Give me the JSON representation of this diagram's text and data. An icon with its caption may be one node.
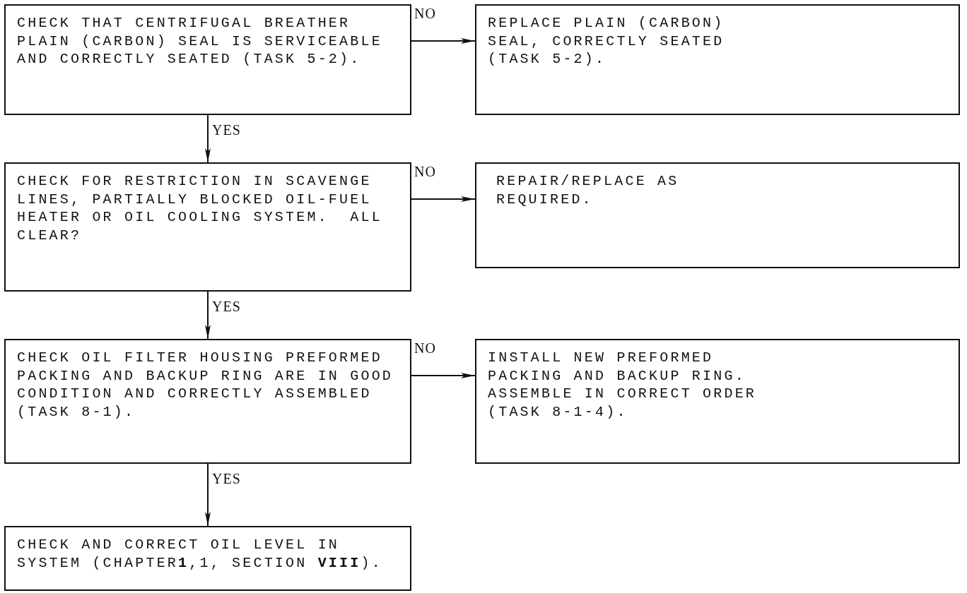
{
  "diagram": {
    "nodes": [
      {
        "text": [
          "CHECK THAT CENTRIFUGAL BREATHER PLAIN (CARBON) SEAL IS SERVICEABLE AND CORRECTLY SEATED (TASK 5-2)."
        ]
      },
      {
        "text": [
          "REPLACE PLAIN (CARBON) SEAL, CORRECTLY SEATED (TASK 5-2)."
        ]
      },
      {
        "text": [
          "CHECK FOR RESTRICTION IN SCAVENGE LINES, PARTIALLY BLOCKED OIL-FUEL HEATER OR OIL COOLING SYSTEM.  ALL CLEAR?"
        ]
      },
      {
        "text": [
          "REPAIR/REPLACE AS REQUIRED."
        ]
      },
      {
        "text": [
          "CHECK OIL FILTER HOUSING PREFORMED PACKING AND BACKUP RING ARE IN GOOD CONDITION AND CORRECTLY ASSEMBLED (TASK 8-1)."
        ]
      },
      {
        "text": [
          "INSTALL NEW PREFORMED PACKING AND BACKUP RING.  ASSEMBLE IN CORRECT ORDER (TASK 8-1-4)."
        ]
      },
      {
        "text": [
          "CHECK AND CORRECT OIL LEVEL IN SYSTEM (CHAPTER**1**,1, SECTION **VIII**)."
        ]
      }
    ],
    "edges": [
      {
        "from": 0,
        "to": 1,
        "arrow": "to",
        "label": "NO"
      },
      {
        "from": 0,
        "to": 2,
        "arrow": "to",
        "label": "YES"
      },
      {
        "from": 2,
        "to": 3,
        "arrow": "to",
        "label": "NO"
      },
      {
        "from": 2,
        "to": 4,
        "arrow": "to",
        "label": "YES"
      },
      {
        "from": 4,
        "to": 5,
        "arrow": "to",
        "label": "NO"
      },
      {
        "from": 4,
        "to": 6,
        "arrow": "to",
        "label": "YES"
      }
    ]
  }
}
